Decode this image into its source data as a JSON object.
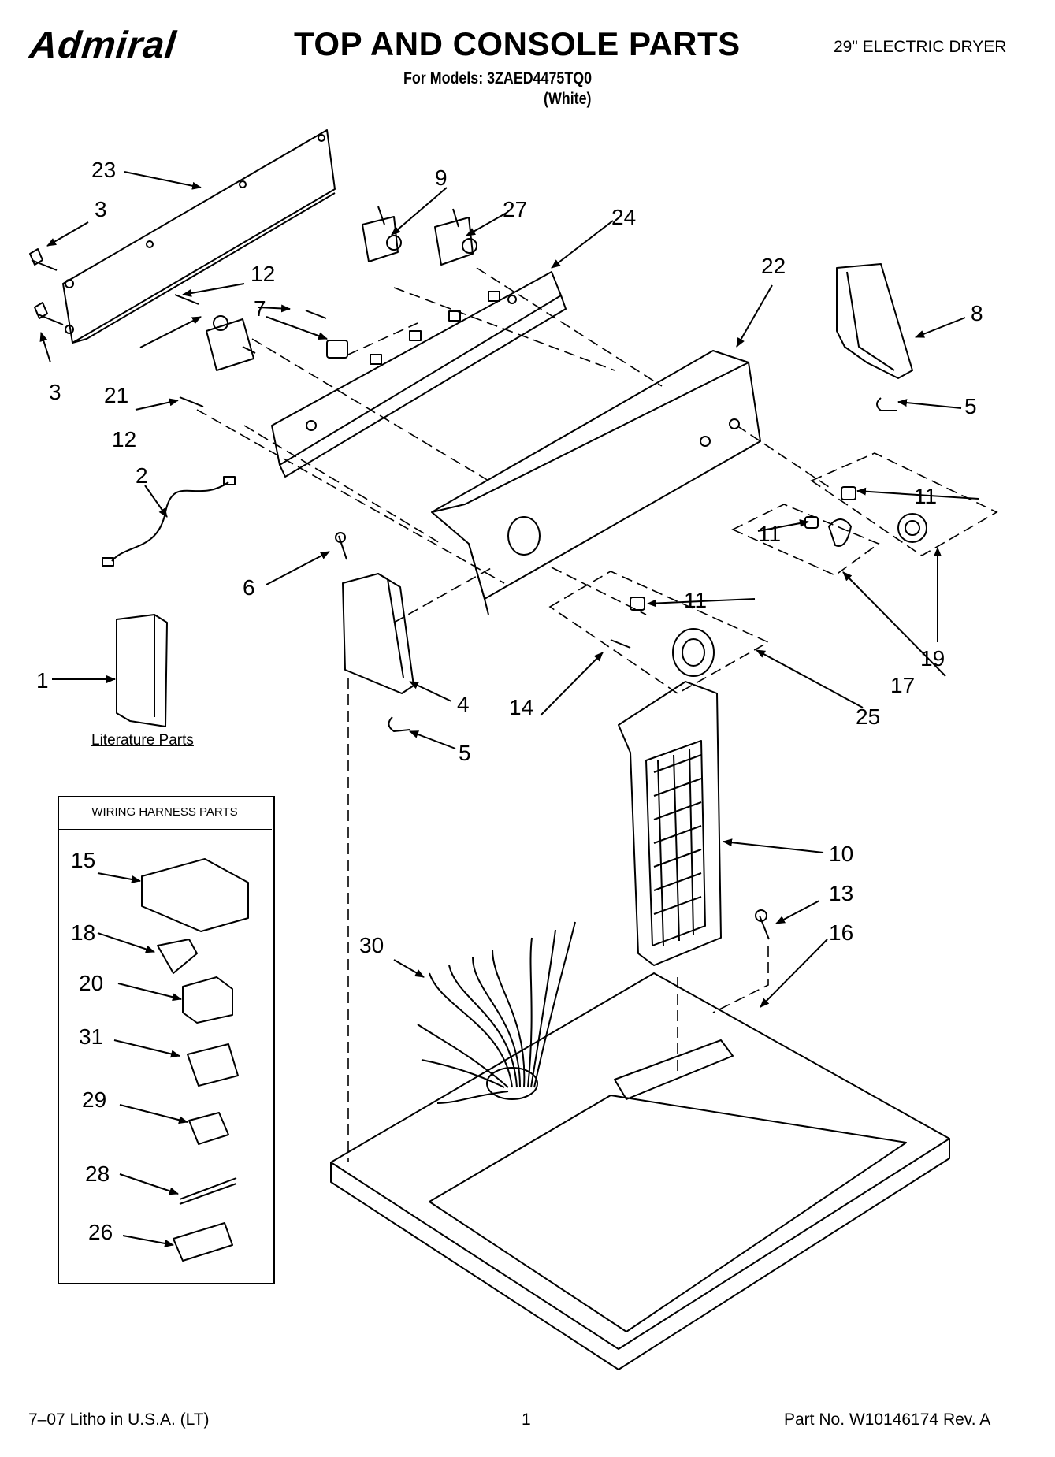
{
  "header": {
    "brand": "Admiral",
    "title": "TOP AND CONSOLE PARTS",
    "models": "For Models: 3ZAED4475TQ0",
    "variant": "(White)",
    "product": "29\" ELECTRIC DRYER"
  },
  "literature_label": "Literature Parts",
  "wiring_box": {
    "title": "WIRING HARNESS PARTS"
  },
  "callouts": {
    "c1": "1",
    "c2": "2",
    "c3a": "3",
    "c3b": "3",
    "c4": "4",
    "c5a": "5",
    "c5b": "5",
    "c6": "6",
    "c7": "7",
    "c8": "8",
    "c9": "9",
    "c10": "10",
    "c11a": "11",
    "c11b": "11",
    "c11c": "11",
    "c12a": "12",
    "c12b": "12",
    "c13": "13",
    "c14": "14",
    "c15": "15",
    "c16": "16",
    "c17": "17",
    "c18": "18",
    "c19": "19",
    "c20": "20",
    "c21": "21",
    "c22": "22",
    "c23": "23",
    "c24": "24",
    "c25": "25",
    "c26": "26",
    "c27": "27",
    "c28": "28",
    "c29": "29",
    "c30": "30",
    "c31": "31"
  },
  "footer": {
    "litho": "7–07 Litho in U.S.A. (LT)",
    "page": "1",
    "part_no": "Part No. W10146174 Rev. A"
  }
}
